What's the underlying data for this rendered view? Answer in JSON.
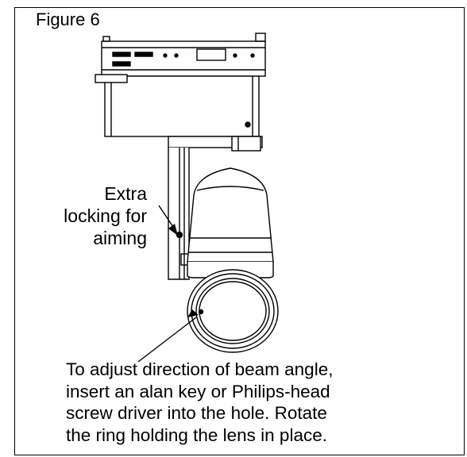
{
  "figure": {
    "title": "Figure 6"
  },
  "callouts": {
    "locking": "Extra\nlocking for\naiming",
    "beam": "To adjust direction of beam angle,\ninsert an alan key or Philips-head\nscrew driver into the hole. Rotate\nthe ring holding the lens in place."
  }
}
